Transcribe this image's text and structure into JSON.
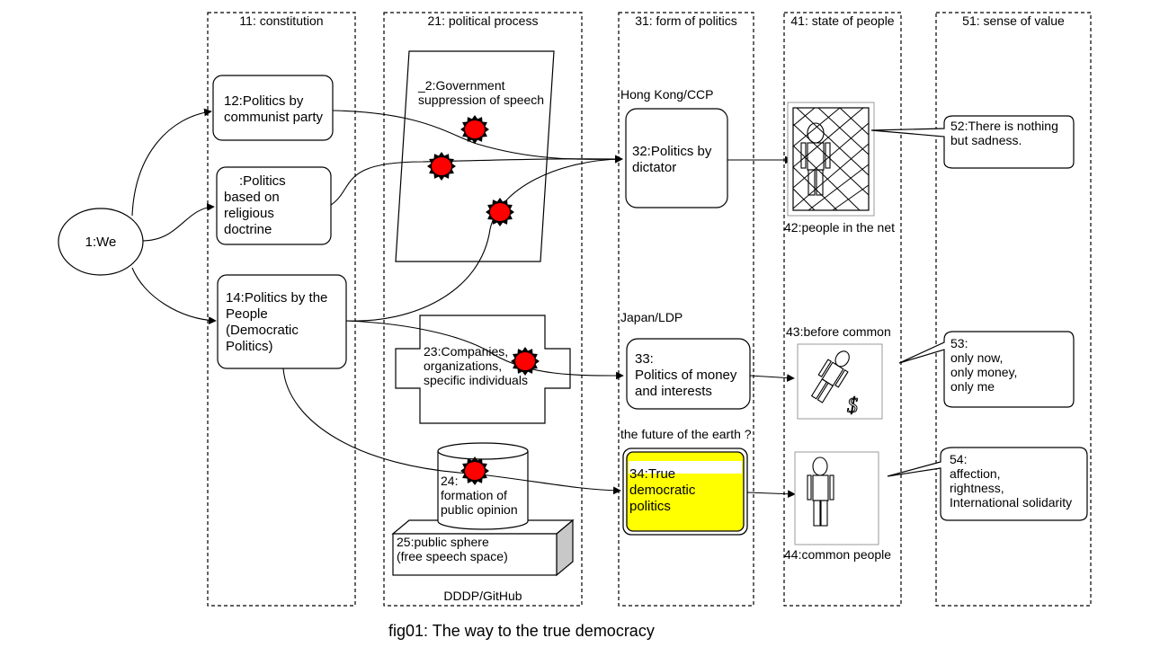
{
  "columns": [
    {
      "title": "11: constitution"
    },
    {
      "title": "21: political process"
    },
    {
      "title": "31: form of politics"
    },
    {
      "title": "41: state of people"
    },
    {
      "title": "51: sense of value"
    }
  ],
  "nodes": {
    "we": "1:We",
    "n12": [
      "12:Politics by",
      "communist party"
    ],
    "n13": [
      ":Politics",
      "based on",
      "religious",
      "doctrine"
    ],
    "n14": [
      "14:Politics by the",
      "People",
      "(Democratic",
      "Politics)"
    ],
    "n22": [
      "_2:Government",
      "suppression of speech"
    ],
    "n23": [
      "23:Companies,",
      "organizations,",
      "specific individuals"
    ],
    "n24": [
      "24:",
      "formation of",
      "public opinion"
    ],
    "n25": [
      "25:public sphere",
      "(free speech space)"
    ],
    "dddp": "DDDP/GitHub",
    "n32_label": "Hong Kong/CCP",
    "n32": [
      "32:Politics by",
      "dictator"
    ],
    "n33_label": "Japan/LDP",
    "n33": [
      "33:",
      "Politics of money",
      "and interests"
    ],
    "n34_label": "the future of the earth ?",
    "n34": [
      "34:True",
      "democratic",
      "politics"
    ],
    "n42": "42:people in the net",
    "n43": "43:before common",
    "n44": "44:common people",
    "n52": [
      "52:There is nothing",
      "but sadness."
    ],
    "n53": [
      "53:",
      "only now,",
      "only money,",
      "only me"
    ],
    "n54": [
      "54:",
      "affection,",
      "rightness,",
      "International solidarity"
    ],
    "caption": "fig01: The way to the true democracy"
  },
  "colors": {
    "highlight": "#ffff00",
    "blocker": "#ff0000",
    "pic_border": "#999999"
  }
}
